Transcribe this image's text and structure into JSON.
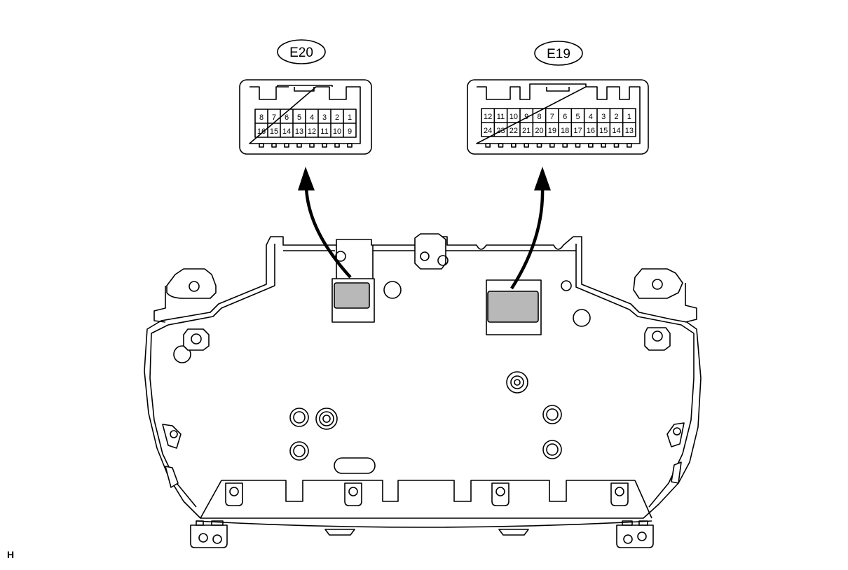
{
  "connectors": {
    "e20": {
      "label": "E20",
      "row1": [
        "8",
        "7",
        "6",
        "5",
        "4",
        "3",
        "2",
        "1"
      ],
      "row2": [
        "16",
        "15",
        "14",
        "13",
        "12",
        "11",
        "10",
        "9"
      ]
    },
    "e19": {
      "label": "E19",
      "row1": [
        "12",
        "11",
        "10",
        "9",
        "8",
        "7",
        "6",
        "5",
        "4",
        "3",
        "2",
        "1"
      ],
      "row2": [
        "24",
        "23",
        "22",
        "21",
        "20",
        "19",
        "18",
        "17",
        "16",
        "15",
        "14",
        "13"
      ]
    }
  },
  "corner_code": "H",
  "colors": {
    "socket_fill": "#b8b8b8",
    "line": "#000000"
  }
}
